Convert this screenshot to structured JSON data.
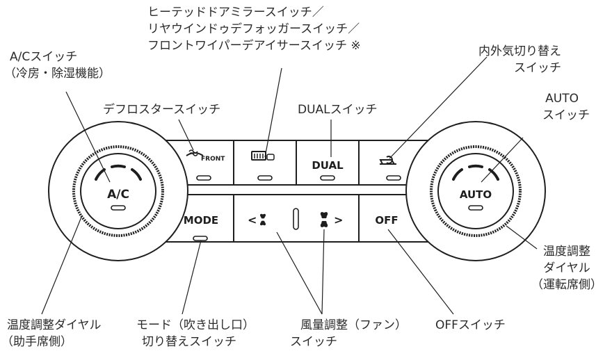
{
  "labels": {
    "mirror_switch": {
      "line1": "ヒーテッドドアミラースイッチ／",
      "line2": "リヤウインドゥデフォッガースイッチ／",
      "line3": "フロントワイパーデアイサースイッチ ※"
    },
    "ac_switch": {
      "line1": "A/Cスイッチ",
      "line2": "（冷房・除湿機能）"
    },
    "recirc_switch": {
      "line1": "内外気切り替え",
      "line2": "スイッチ"
    },
    "defroster_switch": "デフロスタースイッチ",
    "dual_switch": "DUALスイッチ",
    "auto_switch": {
      "line1": "AUTO",
      "line2": "スイッチ"
    },
    "temp_dial_driver": {
      "line1": "温度調整",
      "line2": "ダイヤル",
      "line3": "（運転席側）"
    },
    "temp_dial_passenger": {
      "line1": "温度調整ダイヤル",
      "line2": "（助手席側）"
    },
    "mode_switch": {
      "line1": "モード（吹き出し口）",
      "line2": "切り替えスイッチ"
    },
    "fan_switch": {
      "line1": "風量調整（ファン）",
      "line2": "スイッチ"
    },
    "off_switch": "OFFスイッチ"
  },
  "panel": {
    "left_dial": "A/C",
    "right_dial": "AUTO",
    "front_defrost": "FRONT",
    "dual": "DUAL",
    "mode": "MODE",
    "fan_down": "<",
    "fan_up": ">",
    "off": "OFF"
  },
  "colors": {
    "stroke": "#1e1e1e",
    "text": "#2a2a2a",
    "background": "#ffffff"
  }
}
